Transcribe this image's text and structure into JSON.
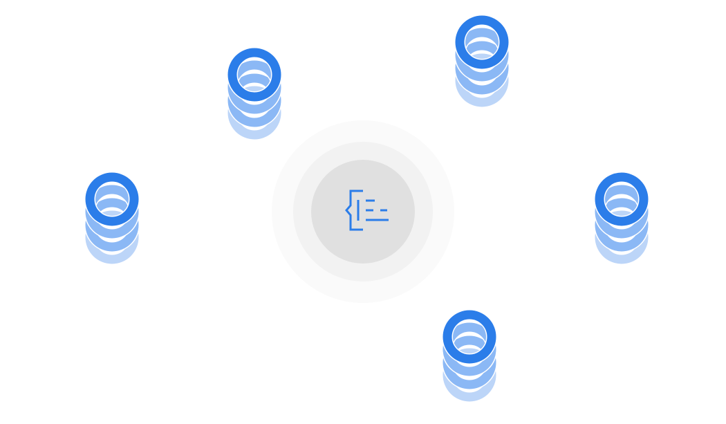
{
  "diagram": {
    "colors": {
      "background": "#ffffff",
      "ring_outer": "#fafafa",
      "ring_middle": "#f2f2f2",
      "ring_inner": "#e0e0e0",
      "accent": "#2b7de9",
      "accent_mid": "#8bb8f5",
      "accent_light": "#bcd5f8"
    },
    "hub": {
      "icon": "code-braces-list-icon"
    },
    "nodes": [
      {
        "id": "node-top-left",
        "icon": "database-icon"
      },
      {
        "id": "node-top-right",
        "icon": "database-icon"
      },
      {
        "id": "node-left",
        "icon": "database-icon"
      },
      {
        "id": "node-right",
        "icon": "database-icon"
      },
      {
        "id": "node-bottom",
        "icon": "database-icon"
      }
    ]
  }
}
